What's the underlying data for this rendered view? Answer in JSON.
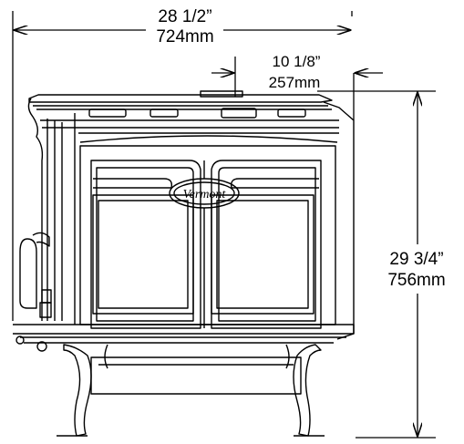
{
  "dimensions": {
    "width_total": {
      "imperial": "28 1/2”",
      "metric": "724mm"
    },
    "depth_offset": {
      "imperial": "10 1/8”",
      "metric": "257mm"
    },
    "height_total": {
      "imperial": "29 3/4”",
      "metric": "756mm"
    }
  },
  "logo": {
    "text": "Vermont"
  },
  "colors": {
    "line": "#000000",
    "background": "#ffffff"
  }
}
